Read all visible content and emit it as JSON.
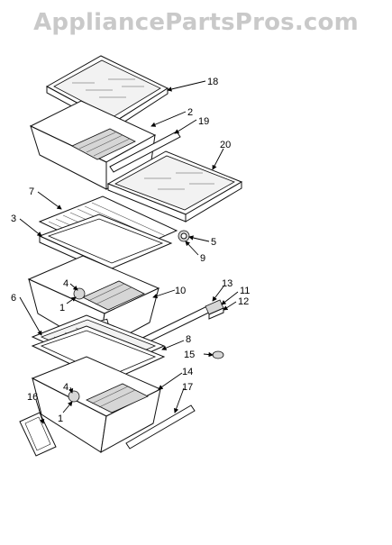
{
  "watermark": "AppliancePartsPros.com",
  "callouts": {
    "c18": "18",
    "c2": "2",
    "c19": "19",
    "c20": "20",
    "c7": "7",
    "c3": "3",
    "c5": "5",
    "c9": "9",
    "c4a": "4",
    "c1a": "1",
    "c10": "10",
    "c13": "13",
    "c11": "11",
    "c12": "12",
    "c6": "6",
    "c8": "8",
    "c15": "15",
    "c14": "14",
    "c4b": "4",
    "c16": "16",
    "c17": "17",
    "c1b": "1"
  }
}
